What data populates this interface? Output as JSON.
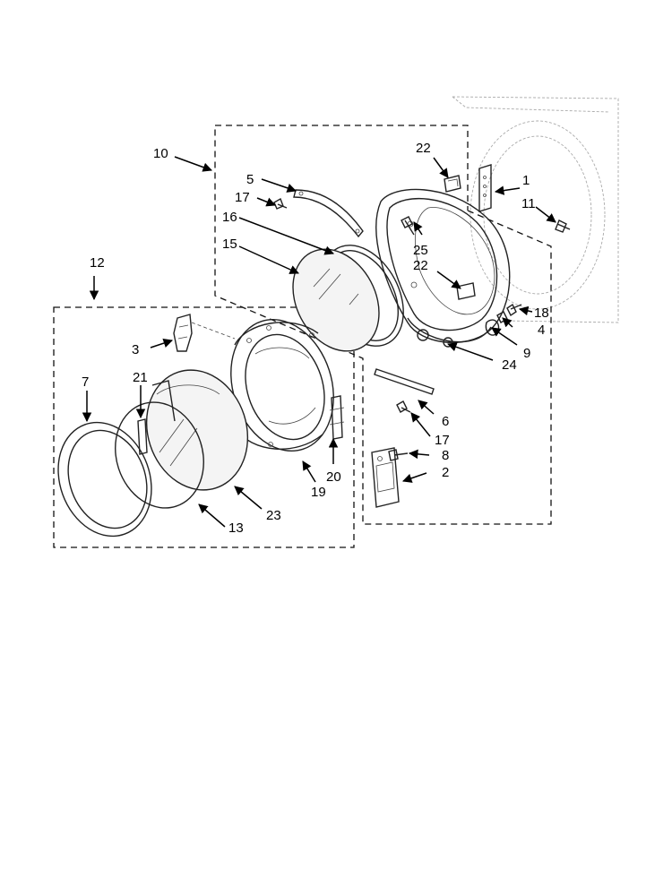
{
  "callouts": {
    "c1": "1",
    "c2": "2",
    "c3": "3",
    "c4": "4",
    "c5": "5",
    "c6": "6",
    "c7": "7",
    "c8": "8",
    "c9": "9",
    "c10": "10",
    "c11": "11",
    "c12": "12",
    "c13": "13",
    "c15": "15",
    "c16": "16",
    "c17a": "17",
    "c17b": "17",
    "c18": "18",
    "c19": "19",
    "c20": "20",
    "c21": "21",
    "c22a": "22",
    "c22b": "22",
    "c23": "23",
    "c24": "24",
    "c25": "25"
  }
}
